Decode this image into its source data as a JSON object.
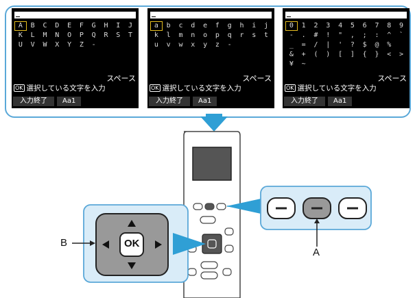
{
  "screens": [
    {
      "rows": [
        [
          "A",
          "B",
          "C",
          "D",
          "E",
          "F",
          "G",
          "H",
          "I",
          "J"
        ],
        [
          "K",
          "L",
          "M",
          "N",
          "O",
          "P",
          "Q",
          "R",
          "S",
          "T"
        ],
        [
          "U",
          "V",
          "W",
          "X",
          "Y",
          "Z",
          "-",
          "",
          "",
          ""
        ],
        [
          "",
          "",
          "",
          "",
          "",
          "",
          "",
          "",
          "",
          ""
        ]
      ],
      "selected": "A",
      "space_label": "スペース",
      "ok_badge": "OK",
      "ok_hint": "選択している文字を入力",
      "finish_label": "入力終了",
      "mode_label": "Aa1"
    },
    {
      "rows": [
        [
          "a",
          "b",
          "c",
          "d",
          "e",
          "f",
          "g",
          "h",
          "i",
          "j"
        ],
        [
          "k",
          "l",
          "m",
          "n",
          "o",
          "p",
          "q",
          "r",
          "s",
          "t"
        ],
        [
          "u",
          "v",
          "w",
          "x",
          "y",
          "z",
          "-",
          "",
          "",
          ""
        ],
        [
          "",
          "",
          "",
          "",
          "",
          "",
          "",
          "",
          "",
          ""
        ]
      ],
      "selected": "a",
      "space_label": "スペース",
      "ok_badge": "OK",
      "ok_hint": "選択している文字を入力",
      "finish_label": "入力終了",
      "mode_label": "Aa1"
    },
    {
      "rows": [
        [
          "0",
          "1",
          "2",
          "3",
          "4",
          "5",
          "6",
          "7",
          "8",
          "9"
        ],
        [
          "-",
          ".",
          "#",
          "!",
          "\"",
          ",",
          ";",
          ":",
          "^",
          "`"
        ],
        [
          "_",
          "=",
          "/",
          "|",
          "'",
          "?",
          "$",
          "@",
          "%",
          ""
        ],
        [
          "&",
          "+",
          "(",
          ")",
          "[",
          "]",
          "{",
          "}",
          "<",
          ">"
        ],
        [
          "¥",
          "~",
          "",
          "",
          "",
          "",
          "",
          "",
          "",
          ""
        ]
      ],
      "selected": "0",
      "space_label": "スペース",
      "ok_badge": "OK",
      "ok_hint": "選択している文字を入力",
      "finish_label": "入力終了",
      "mode_label": "Aa1"
    }
  ],
  "device": {
    "ok_label": "OK",
    "label_a": "A",
    "label_b": "B"
  },
  "colors": {
    "accent": "#2f9fd5",
    "callout_border": "#5aa8d8",
    "callout_fill": "#d9ecf8",
    "selected_char": "#e8c020",
    "pressed_button": "#999999"
  }
}
